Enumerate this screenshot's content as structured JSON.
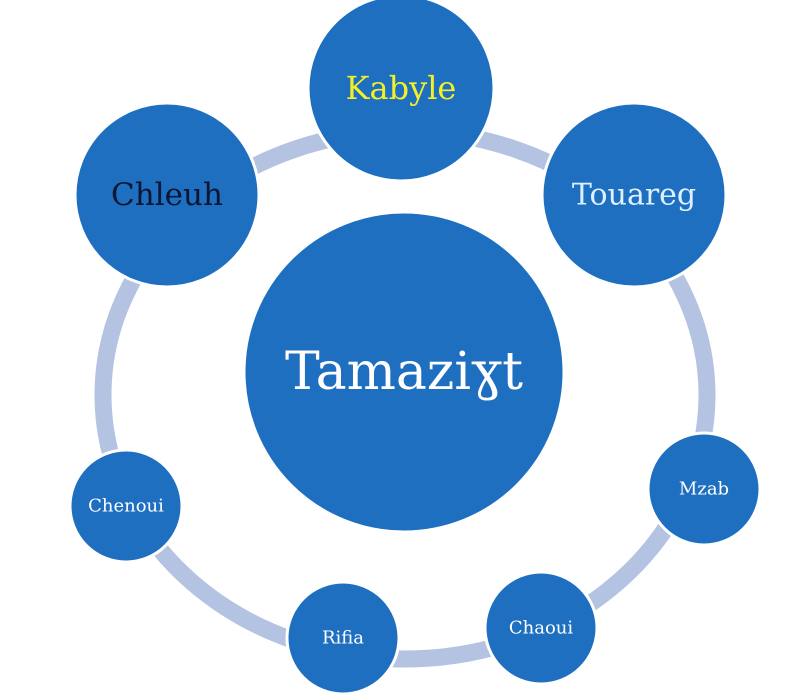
{
  "colors": {
    "node_fill": "#1f6fc1",
    "node_stroke": "#ffffff",
    "ring": "#b4c3e2",
    "default_label": "#ffffff",
    "kabyle_label": "#f4f027",
    "chleuh_label": "#0b1635",
    "touareg_label": "#ddf0ff"
  },
  "center": {
    "label": "Tamaziɣt"
  },
  "nodes": [
    {
      "label": "Kabyle"
    },
    {
      "label": "Touareg"
    },
    {
      "label": "Mzab"
    },
    {
      "label": "Chaoui"
    },
    {
      "label": "Rifia"
    },
    {
      "label": "Chenoui"
    },
    {
      "label": "Chleuh"
    }
  ]
}
